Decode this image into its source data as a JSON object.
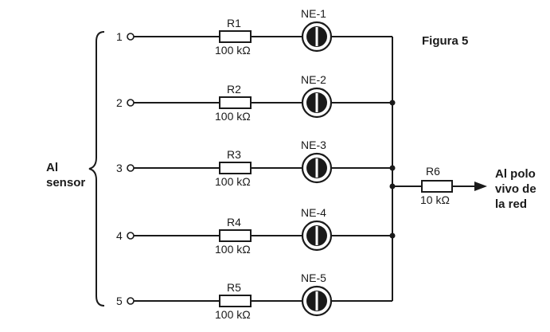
{
  "figure_label": "Figura 5",
  "left_label_lines": [
    "Al",
    "sensor"
  ],
  "right_label_lines": [
    "Al polo",
    "vivo de",
    "la red"
  ],
  "output_resistor": {
    "name": "R6",
    "value": "10 kΩ"
  },
  "rows": [
    {
      "terminal": "1",
      "resistor_name": "R1",
      "resistor_value": "100 kΩ",
      "lamp": "NE-1"
    },
    {
      "terminal": "2",
      "resistor_name": "R2",
      "resistor_value": "100 kΩ",
      "lamp": "NE-2"
    },
    {
      "terminal": "3",
      "resistor_name": "R3",
      "resistor_value": "100 kΩ",
      "lamp": "NE-3"
    },
    {
      "terminal": "4",
      "resistor_name": "R4",
      "resistor_value": "100 kΩ",
      "lamp": "NE-4"
    },
    {
      "terminal": "5",
      "resistor_name": "R5",
      "resistor_value": "100 kΩ",
      "lamp": "NE-5"
    }
  ]
}
